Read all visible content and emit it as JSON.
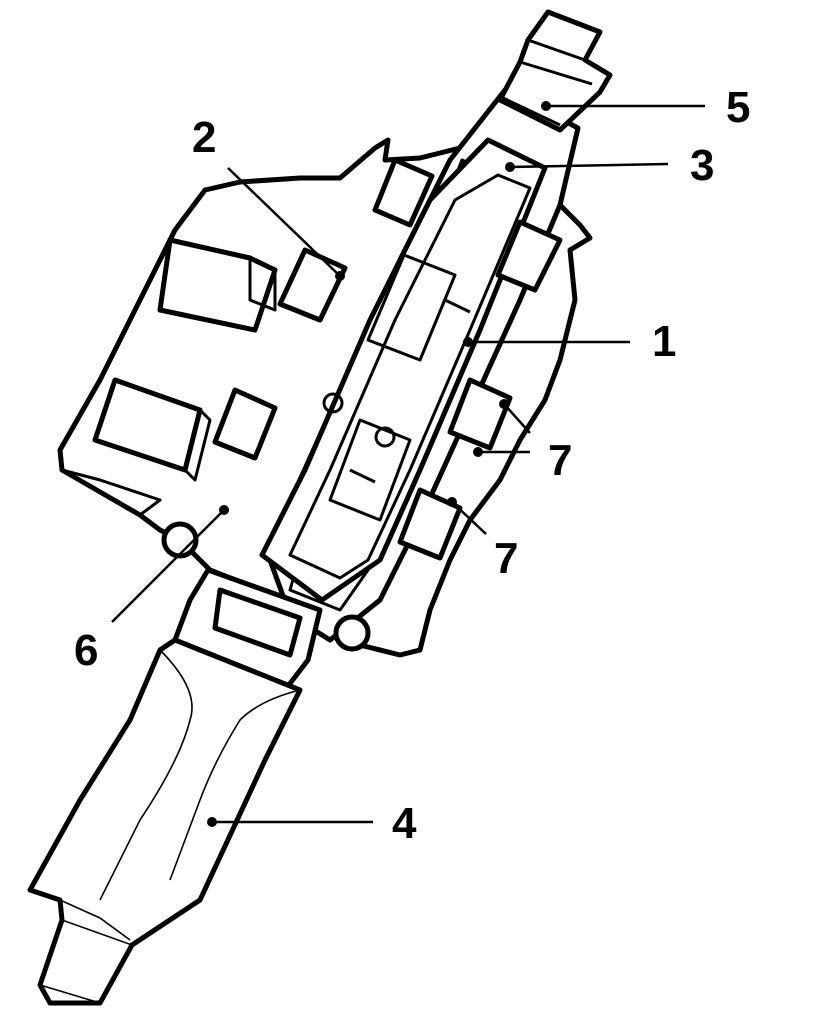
{
  "diagram": {
    "callouts": [
      {
        "id": "1",
        "text": "1"
      },
      {
        "id": "2",
        "text": "2"
      },
      {
        "id": "3",
        "text": "3"
      },
      {
        "id": "4",
        "text": "4"
      },
      {
        "id": "5",
        "text": "5"
      },
      {
        "id": "6",
        "text": "6"
      },
      {
        "id": "7a",
        "text": "7"
      },
      {
        "id": "7b",
        "text": "7"
      }
    ]
  },
  "colors": {
    "line": "#000000",
    "background": "#ffffff"
  }
}
